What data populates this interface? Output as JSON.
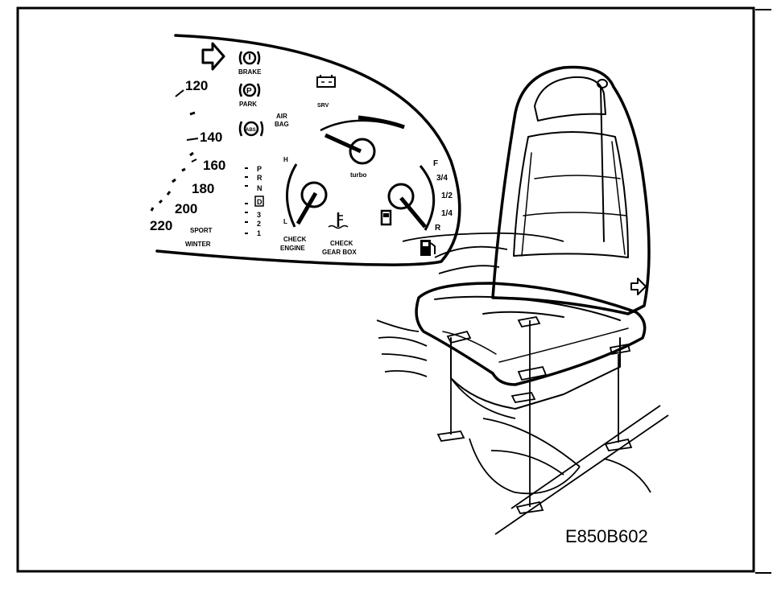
{
  "figure_code": "E850B602",
  "cluster": {
    "speed_labels": [
      "120",
      "140",
      "160",
      "180",
      "200",
      "220"
    ],
    "warnings": {
      "brake": "BRAKE",
      "park_symbol": "P",
      "park": "PARK",
      "abs_symbol": "ABS",
      "airbag": "AIR\nBAG",
      "oil": "SRV"
    },
    "gear_positions": [
      "P",
      "R",
      "N",
      "D",
      "3",
      "2",
      "1"
    ],
    "mode_sport": "SPORT",
    "mode_winter": "WINTER",
    "turbo": "turbo",
    "temp_high": "H",
    "temp_low": "L",
    "check_engine": "CHECK\nENGINE",
    "check_gearbox": "CHECK\nGEAR BOX",
    "fuel_marks": [
      "F",
      "3/4",
      "1/2",
      "1/4",
      "R"
    ]
  },
  "icons": [
    "turn-arrow-icon",
    "brake-warning-icon",
    "park-brake-icon",
    "abs-icon",
    "battery-icon",
    "coolant-icon",
    "fuel-pump-icon",
    "seat-heater-arrow-icon"
  ]
}
